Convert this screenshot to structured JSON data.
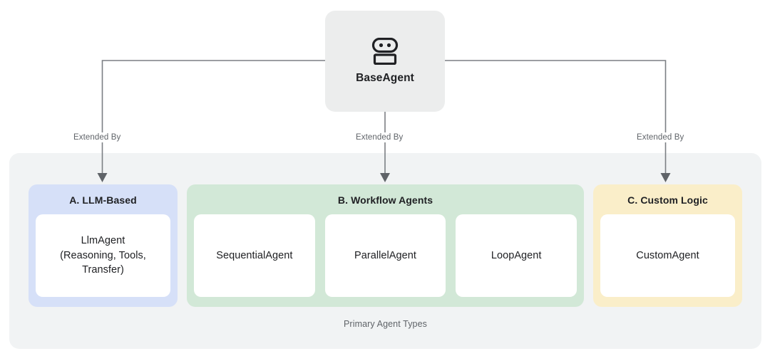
{
  "root": {
    "label": "BaseAgent",
    "icon": "robot-icon",
    "bg_color": "#eceded"
  },
  "edges": [
    {
      "label": "Extended By",
      "target": "A. LLM-Based"
    },
    {
      "label": "Extended By",
      "target": "B. Workflow Agents"
    },
    {
      "label": "Extended By",
      "target": "C. Custom Logic"
    }
  ],
  "container": {
    "caption": "Primary Agent Types",
    "bg_color": "#f1f3f4"
  },
  "groups": [
    {
      "id": "llm-based",
      "title": "A. LLM-Based",
      "bg_color": "#d6e0f8",
      "cards": [
        {
          "id": "llm-agent",
          "lines": [
            "LlmAgent",
            "(Reasoning, Tools,",
            "Transfer)"
          ]
        }
      ]
    },
    {
      "id": "workflow-agents",
      "title": "B. Workflow Agents",
      "bg_color": "#d2e8d7",
      "cards": [
        {
          "id": "sequential-agent",
          "lines": [
            "SequentialAgent"
          ]
        },
        {
          "id": "parallel-agent",
          "lines": [
            "ParallelAgent"
          ]
        },
        {
          "id": "loop-agent",
          "lines": [
            "LoopAgent"
          ]
        }
      ]
    },
    {
      "id": "custom-logic",
      "title": "C. Custom Logic",
      "bg_color": "#faeec9",
      "cards": [
        {
          "id": "custom-agent",
          "lines": [
            "CustomAgent"
          ]
        }
      ]
    }
  ],
  "connector_color": "#7b7f83"
}
